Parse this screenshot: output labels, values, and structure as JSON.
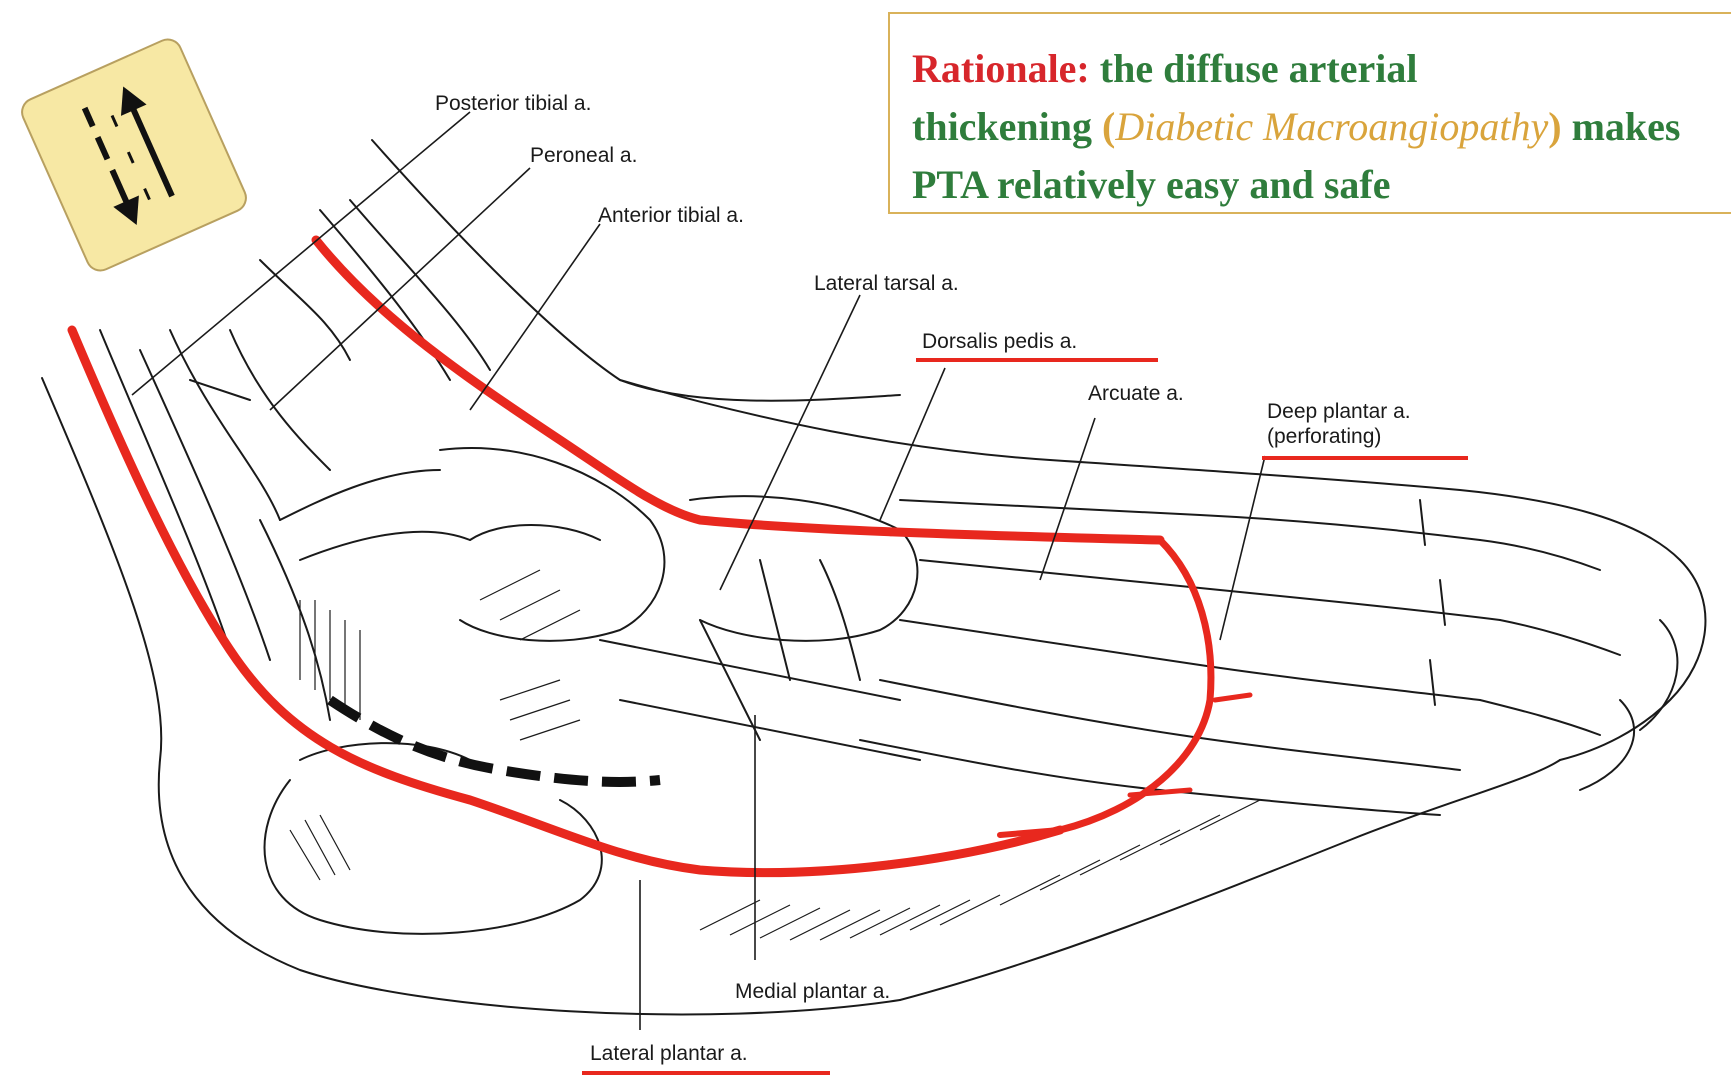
{
  "icon": "bidirectional-arrows-icon",
  "rationale": {
    "heading": "Rationale:",
    "line1_rest": "the diffuse arterial",
    "line2_start": "thickening",
    "open_paren": "(",
    "italic_term": "Diabetic Macroangiopathy",
    "close_paren": ")",
    "line2_end": "makes",
    "line3": "PTA relatively easy and safe"
  },
  "labels": {
    "posterior_tibial": "Posterior tibial a.",
    "peroneal": "Peroneal a.",
    "anterior_tibial": "Anterior tibial a.",
    "lateral_tarsal": "Lateral tarsal a.",
    "dorsalis_pedis": "Dorsalis pedis a.",
    "arcuate": "Arcuate a.",
    "deep_plantar_1": "Deep plantar a.",
    "deep_plantar_2": "(perforating)",
    "medial_plantar": "Medial plantar a.",
    "lateral_plantar": "Lateral plantar a."
  },
  "colors": {
    "artery_highlight": "#e8281e",
    "label_underline": "#e8281e",
    "heading_red": "#d7262b",
    "text_green": "#2f7d3c",
    "text_gold": "#d9a43c",
    "box_border": "#d9b25a",
    "icon_fill": "#f7e8a4"
  }
}
